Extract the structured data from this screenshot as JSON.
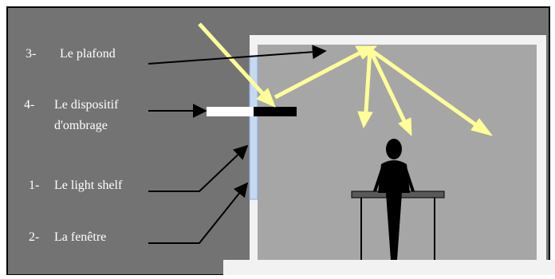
{
  "labels": {
    "ceiling": {
      "num": "3-",
      "text": "Le plafond"
    },
    "shading": {
      "num": "4-",
      "line1": "Le dispositif",
      "line2": "d'ombrage"
    },
    "light_shelf": {
      "num": "1-",
      "text": "Le light shelf"
    },
    "window": {
      "num": "2-",
      "text": "La fenêtre"
    }
  },
  "colors": {
    "background": "#737373",
    "room_interior": "#a6a6a6",
    "walls": "#f2f2f2",
    "sun_rays": "#ffff99",
    "window_glass": "#c5d9f1",
    "figure": "#000000",
    "desk": "#595959"
  },
  "icons": [
    "person-figure",
    "desk"
  ]
}
